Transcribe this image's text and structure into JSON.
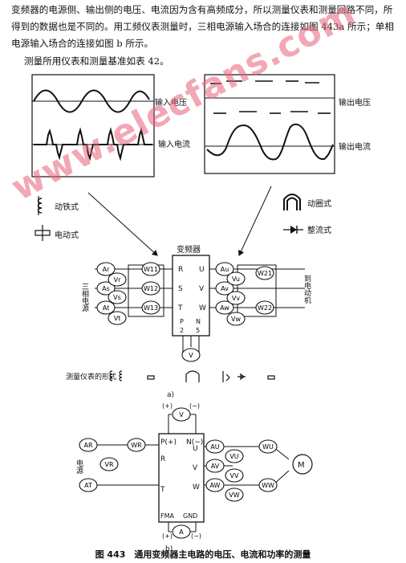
{
  "text": {
    "para1": "变频器的电源侧、输出侧的电压、电流因为含有高频成分，所以测量仪表和测量回路不同，所得到的数据也是不同的。用工频仪表测量时，三相电源输入场合的连接如图 443a 所示；单相电源输入场合的连接如图 b 所示。",
    "para2": "测量所用仪表和测量基准如表 42。",
    "watermark": "www.elecfans.com",
    "caption": "图 443　通用变频器主电路的电压、电流和功率的测量"
  },
  "scope_left": {
    "label_voltage": "输入电压",
    "label_current": "输入电流"
  },
  "scope_right": {
    "label_voltage": "输出电压",
    "label_current": "输出电流"
  },
  "legend": {
    "moving_iron": "动铁式",
    "electrodynamic": "电动式",
    "moving_coil": "动圈式",
    "rectifier": "整流式"
  },
  "fig_a": {
    "inverter_title": "变频器",
    "source_label": "三相电源",
    "load_label": "到电动机",
    "instrument_form_label": "测量仪表的形式",
    "sublabel": "a)",
    "terminals_in": [
      "R",
      "S",
      "T"
    ],
    "terminals_out": [
      "U",
      "V",
      "W"
    ],
    "dc_terminals": [
      "P",
      "N",
      "2",
      "5"
    ],
    "meters_left": [
      "Ar",
      "As",
      "At"
    ],
    "meters_v_in": [
      "Vr",
      "Vs",
      "Vt"
    ],
    "meters_w_in": [
      "W11",
      "W12",
      "W13"
    ],
    "meters_a_out": [
      "Au",
      "Av",
      "Aw"
    ],
    "meters_v_out": [
      "Vu",
      "Vv",
      "Vw"
    ],
    "meters_w_out": [
      "W21",
      "W22"
    ],
    "dc_meter": "V"
  },
  "fig_b": {
    "source_label": "电源",
    "sublabel": "b)",
    "terminals_in": [
      "R",
      "T"
    ],
    "terminals_out": [
      "U",
      "V",
      "W"
    ],
    "dc_terminals": [
      "P(+)",
      "N(−)"
    ],
    "meter_terminals": [
      "FMA",
      "GND"
    ],
    "meters_left": [
      "AR",
      "AT"
    ],
    "meter_vr": "VR",
    "meter_wr": "WR",
    "meters_a_out": [
      "AU",
      "AV",
      "AW"
    ],
    "meters_v_out": [
      "VU",
      "VV",
      "VW"
    ],
    "meters_w_out": [
      "WU",
      "WW"
    ],
    "dc_meter": "V",
    "dc_plus": "(+)",
    "dc_minus": "(−)",
    "fma_meter": "A",
    "motor": "M"
  }
}
